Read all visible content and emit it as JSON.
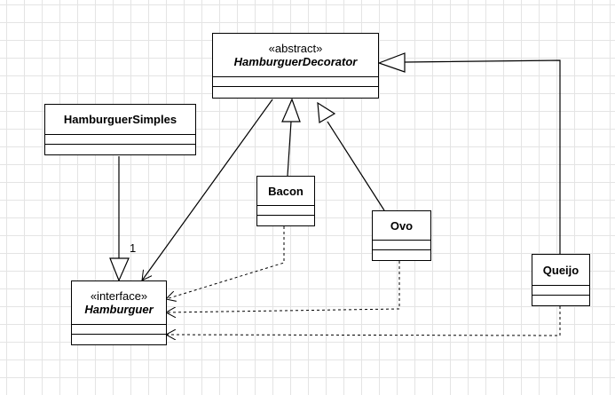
{
  "classes": {
    "decorator": {
      "stereotype": "«abstract»",
      "name": "HamburguerDecorator"
    },
    "simples": {
      "name": "HamburguerSimples"
    },
    "bacon": {
      "name": "Bacon"
    },
    "ovo": {
      "name": "Ovo"
    },
    "queijo": {
      "name": "Queijo"
    },
    "hamburguer": {
      "stereotype": "«interface»",
      "name": "Hamburguer"
    }
  },
  "multiplicity": "1"
}
